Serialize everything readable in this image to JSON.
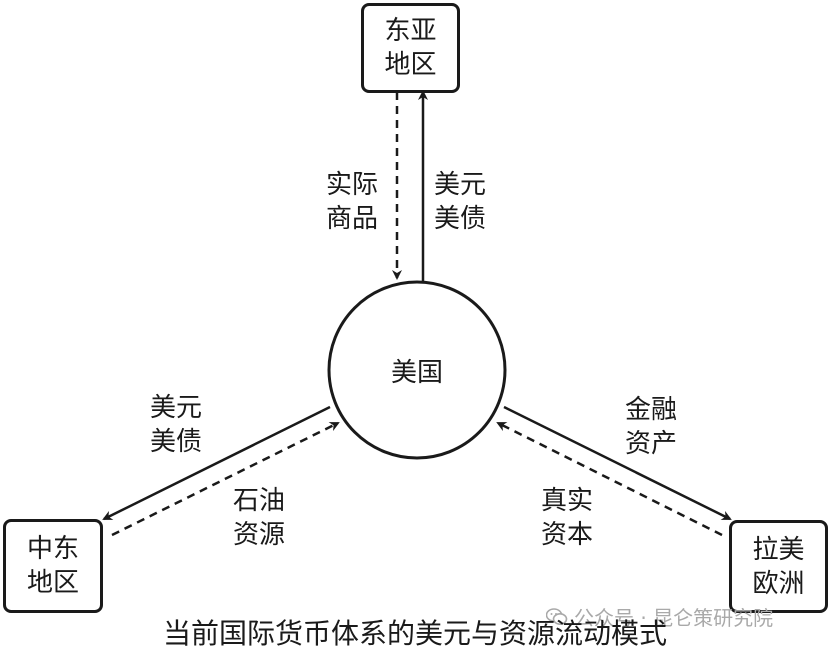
{
  "nodes": {
    "center": "美国",
    "east_asia": [
      "东亚",
      "地区"
    ],
    "middle_east": [
      "中东",
      "地区"
    ],
    "latam_europe": [
      "拉美",
      "欧洲"
    ]
  },
  "edges": {
    "east_asia_goods": [
      "实际",
      "商品"
    ],
    "east_asia_dollar": [
      "美元",
      "美债"
    ],
    "middle_east_dollar": [
      "美元",
      "美债"
    ],
    "middle_east_oil": [
      "石油",
      "资源"
    ],
    "latam_europe_financial": [
      "金融",
      "资产"
    ],
    "latam_europe_real_capital": [
      "真实",
      "资本"
    ]
  },
  "caption": "当前国际货币体系的美元与资源流动模式",
  "watermark": "公众号 · 昆仑策研究院"
}
